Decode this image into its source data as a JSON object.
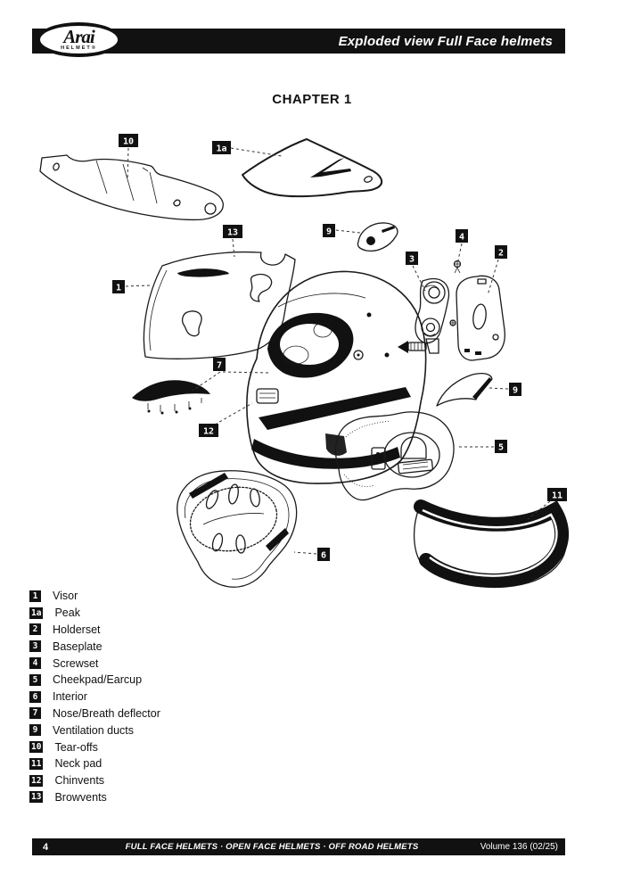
{
  "header": {
    "logo": {
      "text": "Arai",
      "subtext": "HELMET®"
    },
    "title": "Exploded view Full Face helmets"
  },
  "chapter": {
    "title": "CHAPTER 1"
  },
  "diagram": {
    "labels": [
      {
        "part": "tear-offs",
        "text": "10"
      },
      {
        "part": "peak",
        "text": "1a"
      },
      {
        "part": "browvents",
        "text": "13"
      },
      {
        "part": "vent-duct-top",
        "text": "9"
      },
      {
        "part": "screwset",
        "text": "4"
      },
      {
        "part": "holderset",
        "text": "2"
      },
      {
        "part": "baseplate",
        "text": "3"
      },
      {
        "part": "visor",
        "text": "1"
      },
      {
        "part": "breath-deflector",
        "text": "7"
      },
      {
        "part": "chinvents",
        "text": "12"
      },
      {
        "part": "vent-duct-side",
        "text": "9"
      },
      {
        "part": "cheekpad",
        "text": "5"
      },
      {
        "part": "neck-pad",
        "text": "11"
      },
      {
        "part": "interior",
        "text": "6"
      }
    ]
  },
  "legend": {
    "items": [
      {
        "key": "1",
        "label": "Visor"
      },
      {
        "key": "1a",
        "label": "Peak"
      },
      {
        "key": "2",
        "label": "Holderset"
      },
      {
        "key": "3",
        "label": "Baseplate"
      },
      {
        "key": "4",
        "label": "Screwset"
      },
      {
        "key": "5",
        "label": "Cheekpad/Earcup"
      },
      {
        "key": "6",
        "label": "Interior"
      },
      {
        "key": "7",
        "label": "Nose/Breath deflector"
      },
      {
        "key": "9",
        "label": "Ventilation ducts"
      },
      {
        "key": "10",
        "label": "Tear-offs"
      },
      {
        "key": "11",
        "label": "Neck pad"
      },
      {
        "key": "12",
        "label": "Chinvents"
      },
      {
        "key": "13",
        "label": "Browvents"
      }
    ]
  },
  "footer": {
    "page_number": "4",
    "center_text": "FULL FACE HELMETS · OPEN FACE HELMETS · OFF ROAD HELMETS",
    "volume": "Volume 136 (02/25)"
  },
  "colors": {
    "ink": "#111111",
    "paper": "#ffffff"
  }
}
